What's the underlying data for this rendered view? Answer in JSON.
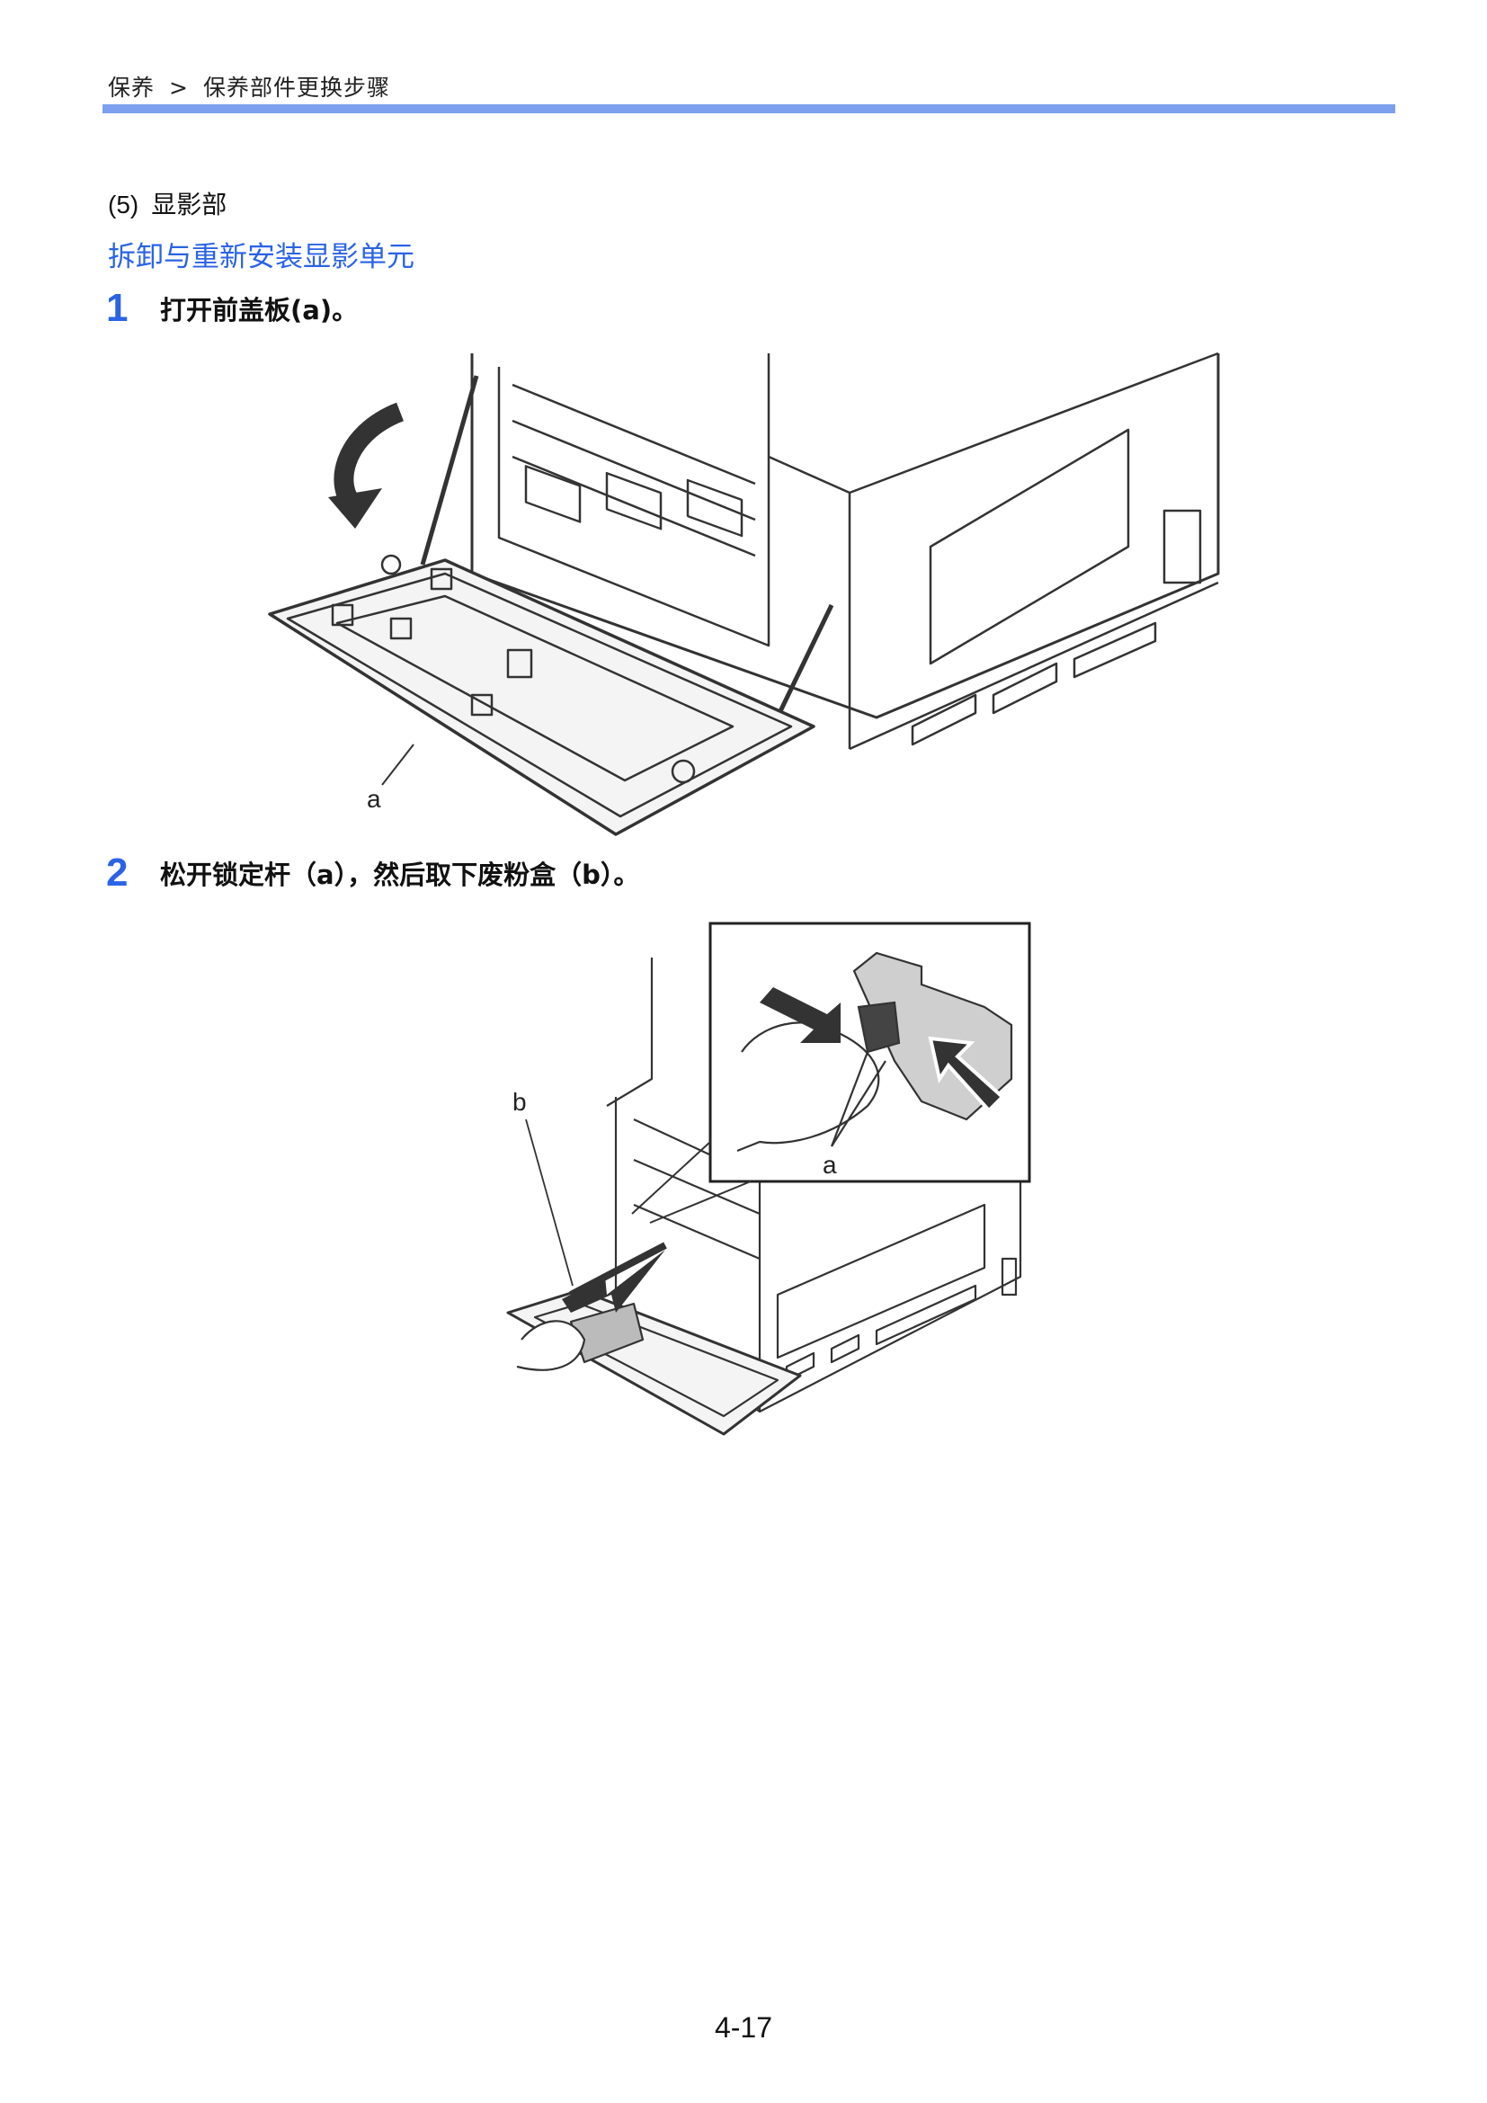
{
  "header": {
    "breadcrumb": [
      "保养",
      "保养部件更换步骤"
    ],
    "separator": ">",
    "rule_color": "#7ca0ee"
  },
  "section": {
    "number": "(5)",
    "title": "显影部"
  },
  "subsection": {
    "title": "拆卸与重新安装显影单元",
    "color": "#2a63e6"
  },
  "steps": [
    {
      "number": "1",
      "text": "打开前盖板(a)。",
      "figure_labels": [
        "a"
      ]
    },
    {
      "number": "2",
      "text": "松开锁定杆（a），然后取下废粉盒（b）。",
      "figure_labels": [
        "b",
        "a"
      ]
    }
  ],
  "footer": {
    "page_number": "4-17"
  }
}
